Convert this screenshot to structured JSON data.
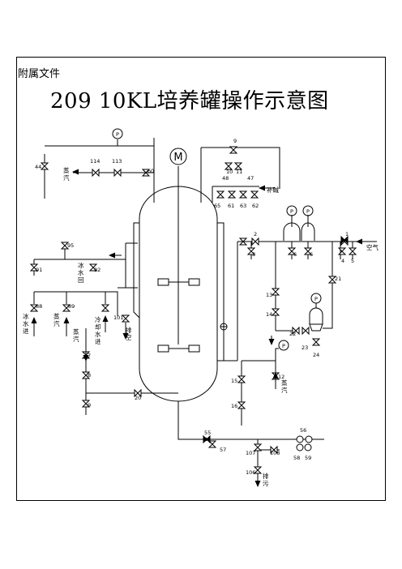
{
  "header": {
    "attachment_label": "附属文件",
    "title": "209 10KL培养罐操作示意图"
  },
  "symbols": {
    "motor": "M",
    "pressure_gauge": "P"
  },
  "valves": {
    "v1": "1",
    "v2": "2",
    "v3": "3",
    "v4": "4",
    "v5": "5",
    "v6": "6",
    "v7": "7",
    "v8": "8",
    "v9": "9",
    "v10": "10",
    "v11": "11",
    "v12": "12",
    "v13": "13",
    "v14": "14",
    "v15": "15",
    "v16": "16",
    "v17": "17",
    "v18": "18",
    "v19": "19",
    "v20": "20",
    "v21": "21",
    "v22": "22",
    "v23": "23",
    "v24": "24",
    "v44": "44",
    "v47": "47",
    "v48": "48",
    "v60": "60",
    "v61": "61",
    "v62": "62",
    "v63": "63",
    "v65": "65",
    "v55": "55",
    "v56": "56",
    "v57": "57",
    "v58": "58",
    "v59": "59",
    "v88": "88",
    "v89": "89",
    "v90": "90",
    "v91": "91",
    "v92": "92",
    "v95": "95",
    "v101": "101",
    "v106": "106",
    "v107": "107",
    "v108": "108",
    "v113": "113",
    "v114": "114"
  },
  "labels": {
    "steam": "蒸汽",
    "add_alkali": "补碱",
    "air": "空气",
    "ice_water_return": "冰水回",
    "ice_water_in": "冰水进",
    "cooling_water_in": "冷却水进",
    "exhaust": "排空",
    "drain": "排污"
  }
}
